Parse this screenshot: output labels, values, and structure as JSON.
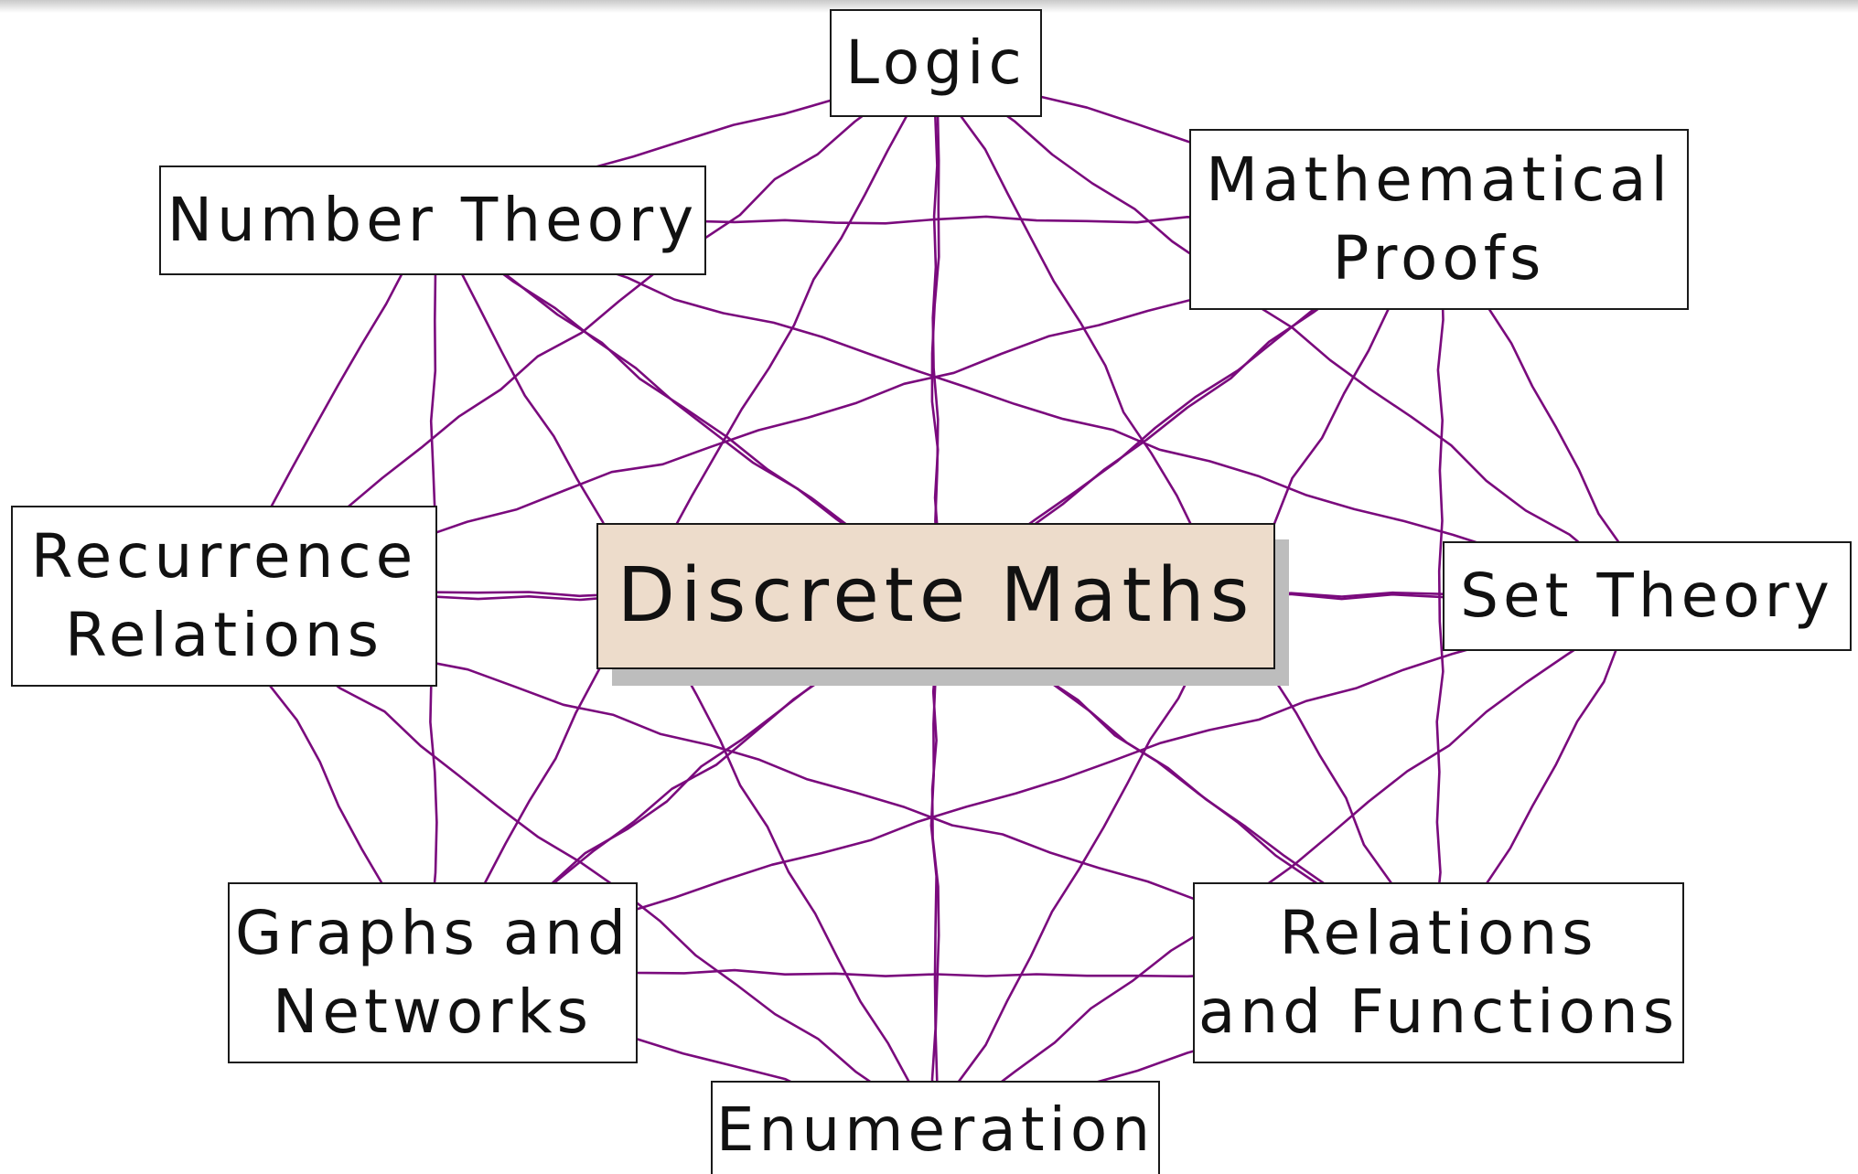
{
  "diagram": {
    "center": {
      "label": "Discrete Maths",
      "fill": "#eddccb"
    },
    "edge_color": "#7a0a7d",
    "topics": [
      {
        "id": "logic",
        "lines": [
          "Logic"
        ]
      },
      {
        "id": "mathematical-proofs",
        "lines": [
          "Mathematical",
          "Proofs"
        ]
      },
      {
        "id": "set-theory",
        "lines": [
          "Set Theory"
        ]
      },
      {
        "id": "relations-and-functions",
        "lines": [
          "Relations",
          "and Functions"
        ]
      },
      {
        "id": "enumeration",
        "lines": [
          "Enumeration"
        ]
      },
      {
        "id": "graphs-and-networks",
        "lines": [
          "Graphs and",
          "Networks"
        ]
      },
      {
        "id": "recurrence-relations",
        "lines": [
          "Recurrence",
          "Relations"
        ]
      },
      {
        "id": "number-theory",
        "lines": [
          "Number Theory"
        ]
      }
    ],
    "connectivity": "every topic connected to every other topic and to the center"
  }
}
